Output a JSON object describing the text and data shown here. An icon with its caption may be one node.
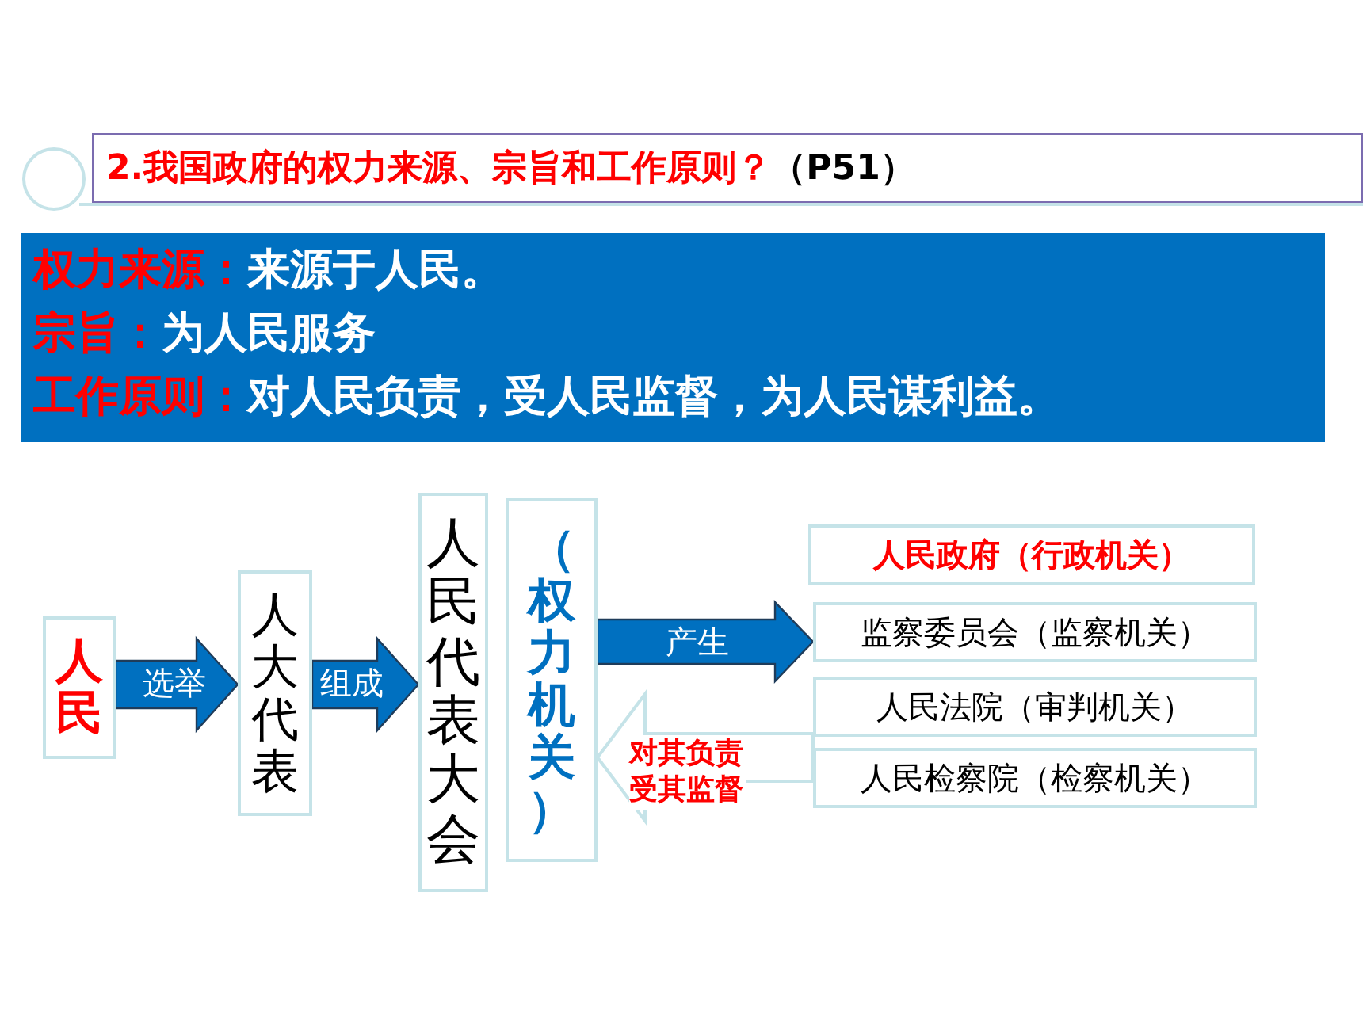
{
  "diagram": {
    "nodes": [
      {
        "text": [
          "2.我国政府的权力来源、宗旨和工作原则？",
          "（P51）"
        ]
      },
      {
        "text": [
          "权力来源：",
          "来源于人民。",
          "宗旨：",
          "为人民服务",
          "工作原则：",
          "对人民负责，受人民监督，为人民谋利益。"
        ]
      },
      {
        "text": [
          "人民"
        ]
      },
      {
        "text": [
          "人大代表"
        ]
      },
      {
        "text": [
          "人民代表大会"
        ]
      },
      {
        "text": [
          "（权力机关）"
        ]
      },
      {
        "text": [
          "人民政府（行政机关）"
        ]
      },
      {
        "text": [
          "监察委员会（监察机关）"
        ]
      },
      {
        "text": [
          "人民法院（审判机关）"
        ]
      },
      {
        "text": [
          "人民检察院（检察机关）"
        ]
      }
    ],
    "edges": [
      {
        "from": 2,
        "to": 3,
        "arrow": "to",
        "label": "选举"
      },
      {
        "from": 3,
        "to": 4,
        "arrow": "to",
        "label": "组成"
      },
      {
        "from": 5,
        "to": 7,
        "arrow": "to",
        "label": "产生"
      },
      {
        "from": 9,
        "to": 5,
        "arrow": "to",
        "label": "对其负责受其监督",
        "color": "#c5e3e8"
      }
    ]
  }
}
